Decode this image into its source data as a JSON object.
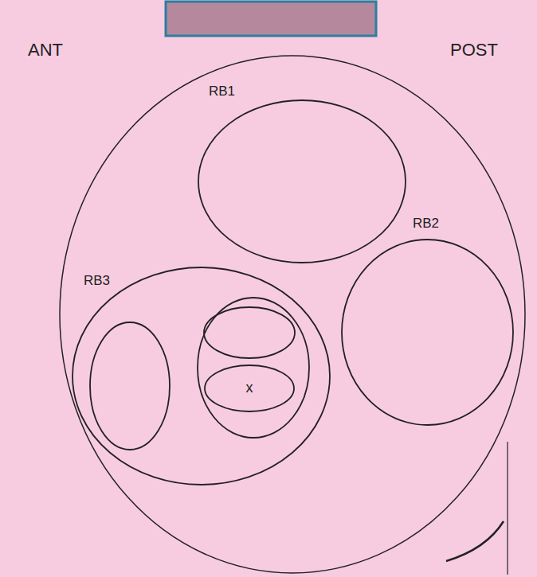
{
  "diagram": {
    "nodes": [
      {
        "text": [
          "RB1"
        ]
      },
      {
        "text": [
          "RB2"
        ]
      },
      {
        "text": [
          "RB3"
        ]
      },
      {
        "text": [
          "x"
        ],
        "in": 2
      }
    ],
    "labels": [
      "ANT",
      "POST"
    ]
  }
}
